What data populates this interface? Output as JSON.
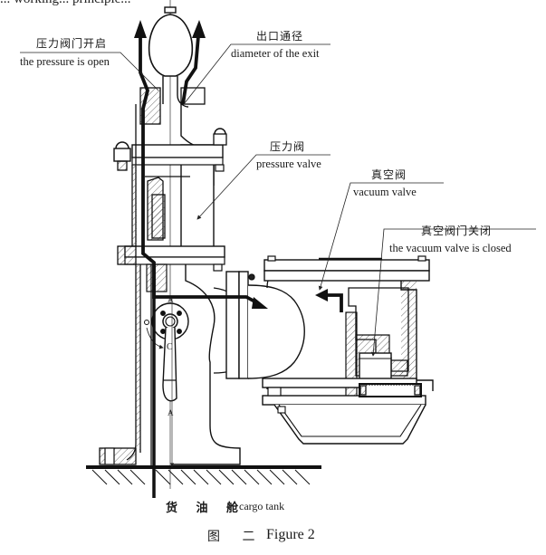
{
  "figure": {
    "top_partial_text": "... working... principle...",
    "caption_cn": "图 二",
    "caption_en": "Figure 2"
  },
  "labels": {
    "pressure_open": {
      "cn": "压力阀门开启",
      "en": "the pressure is open"
    },
    "exit_diameter": {
      "cn": "出口通径",
      "en": "diameter of the exit"
    },
    "pressure_valve": {
      "cn": "压力阀",
      "en": "pressure valve"
    },
    "vacuum_valve": {
      "cn": "真空阀",
      "en": "vacuum valve"
    },
    "vacuum_closed": {
      "cn": "真空阀门关闭",
      "en": "the vacuum valve is closed"
    },
    "cargo_tank": {
      "cn": "货 油 舱",
      "en": "cargo tank"
    }
  },
  "section_marks": {
    "a_top": "A",
    "a_bottom": "A",
    "c": "C",
    "o": "O"
  },
  "colors": {
    "line": "#111111",
    "hatch": "#444444",
    "background": "#ffffff"
  }
}
